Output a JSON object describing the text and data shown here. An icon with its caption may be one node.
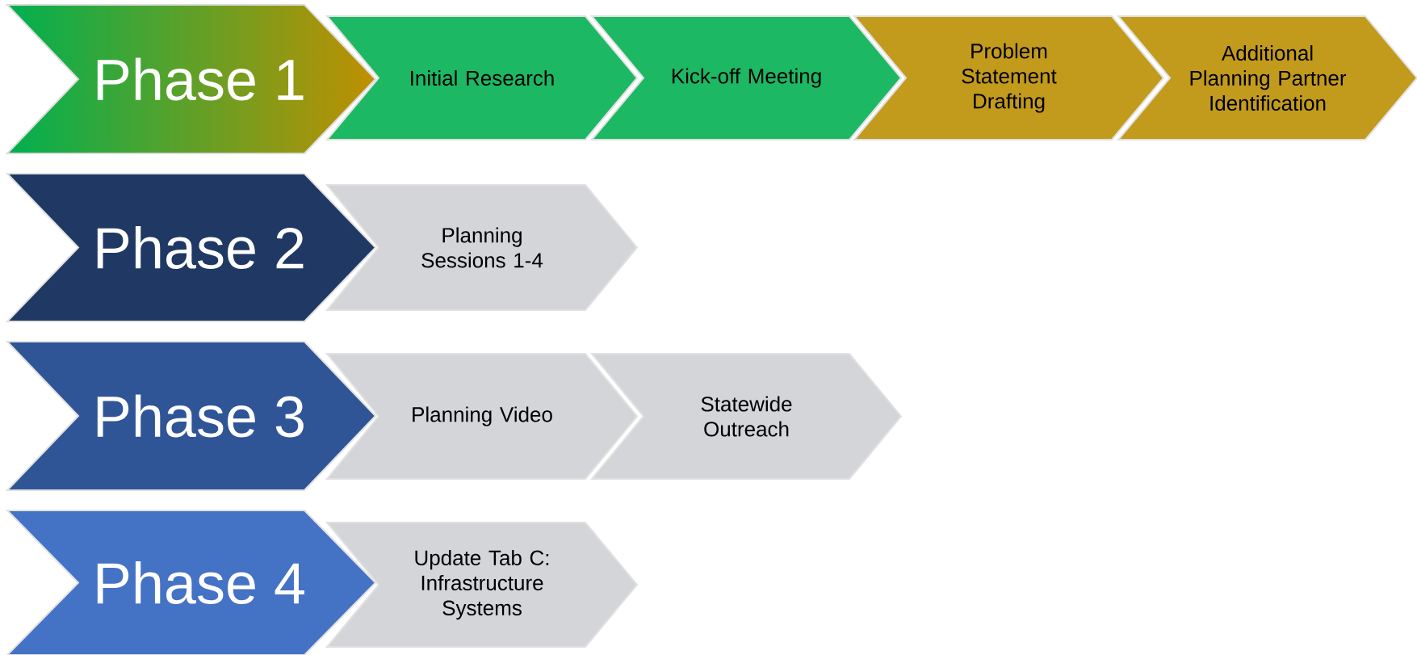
{
  "diagram": {
    "nodes": [
      {
        "text": [
          "Phase 1"
        ]
      },
      {
        "text": [
          "Initial Research"
        ]
      },
      {
        "text": [
          "Kick-off Meeting"
        ]
      },
      {
        "text": [
          "Problem Statement Drafting"
        ]
      },
      {
        "text": [
          "Additional Planning Partner Identification"
        ]
      },
      {
        "text": [
          "Phase 2"
        ]
      },
      {
        "text": [
          "Planning Sessions 1-4"
        ]
      },
      {
        "text": [
          "Phase 3"
        ]
      },
      {
        "text": [
          "Planning Video"
        ]
      },
      {
        "text": [
          "Statewide Outreach"
        ]
      },
      {
        "text": [
          "Phase 4"
        ]
      },
      {
        "text": [
          "Update Tab C: Infrastructure Systems"
        ]
      }
    ]
  }
}
